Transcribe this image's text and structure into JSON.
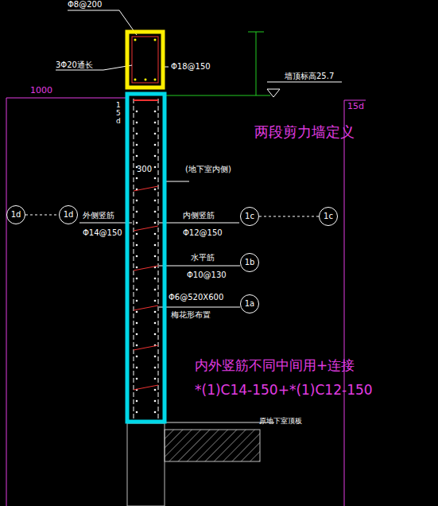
{
  "diagram": {
    "nodes": [
      {
        "text": [
          "1d"
        ]
      },
      {
        "text": [
          "1d"
        ]
      },
      {
        "text": [
          "1c"
        ]
      },
      {
        "text": [
          "1b"
        ]
      },
      {
        "text": [
          "1a"
        ]
      },
      {
        "text": [
          "1c"
        ]
      }
    ],
    "labels": [
      "Φ8@200",
      "3Φ20通长",
      "Φ18@150",
      "墙顶标高25.7",
      "1000",
      "15d",
      "15d",
      "两段剪力墙定义",
      "300",
      "(地下室内侧)",
      "外侧竖筋",
      "Φ14@150",
      "内侧竖筋",
      "Φ12@150",
      "水平筋",
      "Φ10@130",
      "Φ6@520X600",
      "梅花形布置",
      "内外竖筋不同中间用+连接",
      "*(1)C14-150+*(1)C12-150",
      "原地下室顶板"
    ]
  }
}
